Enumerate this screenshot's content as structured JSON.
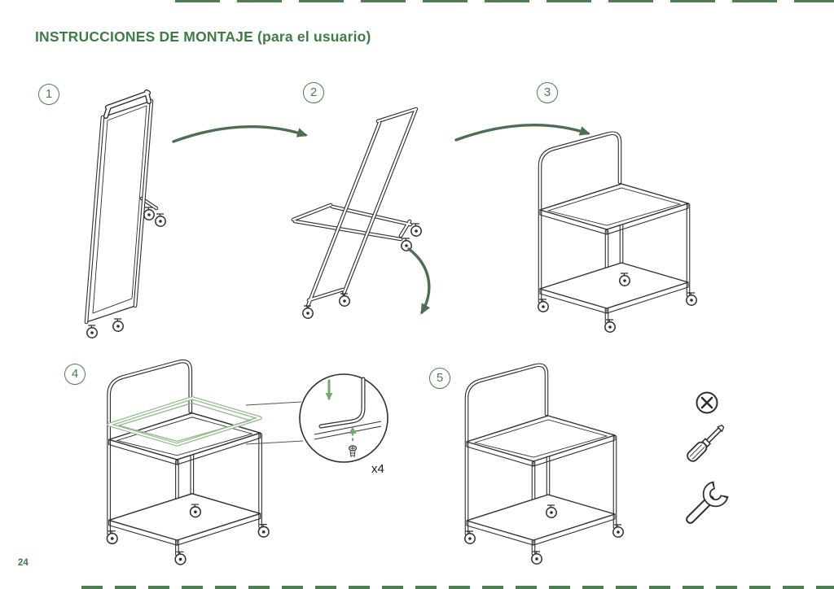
{
  "page": {
    "title": "INSTRUCCIONES DE MONTAJE (para el usuario)",
    "page_number": "24"
  },
  "colors": {
    "accent_green": "#3d7c42",
    "step_circle_green": "#4a7c4e",
    "arrow_green": "#4e6e52",
    "highlight_green": "#8fbb8b",
    "bright_green": "#6fae6a",
    "line_dark": "#2e2e2e",
    "background": "#ffffff"
  },
  "steps": [
    {
      "number": "1",
      "drawing": "cart-folded-flat"
    },
    {
      "number": "2",
      "drawing": "cart-frames-unfolding"
    },
    {
      "number": "3",
      "drawing": "cart-frame-with-two-shelves"
    },
    {
      "number": "4",
      "drawing": "top-rail-installation",
      "quantity_label": "x4",
      "detail": "screw-fastening-magnified"
    },
    {
      "number": "5",
      "drawing": "cart-assembled-complete"
    }
  ],
  "arrows": [
    {
      "name": "curved-arrow-right-step1-to-step2"
    },
    {
      "name": "curved-arrow-right-step2-to-step3"
    },
    {
      "name": "curved-arrow-down-unfold"
    }
  ],
  "tools": [
    {
      "name": "phillips-screw"
    },
    {
      "name": "screwdriver"
    },
    {
      "name": "open-end-wrench"
    }
  ]
}
